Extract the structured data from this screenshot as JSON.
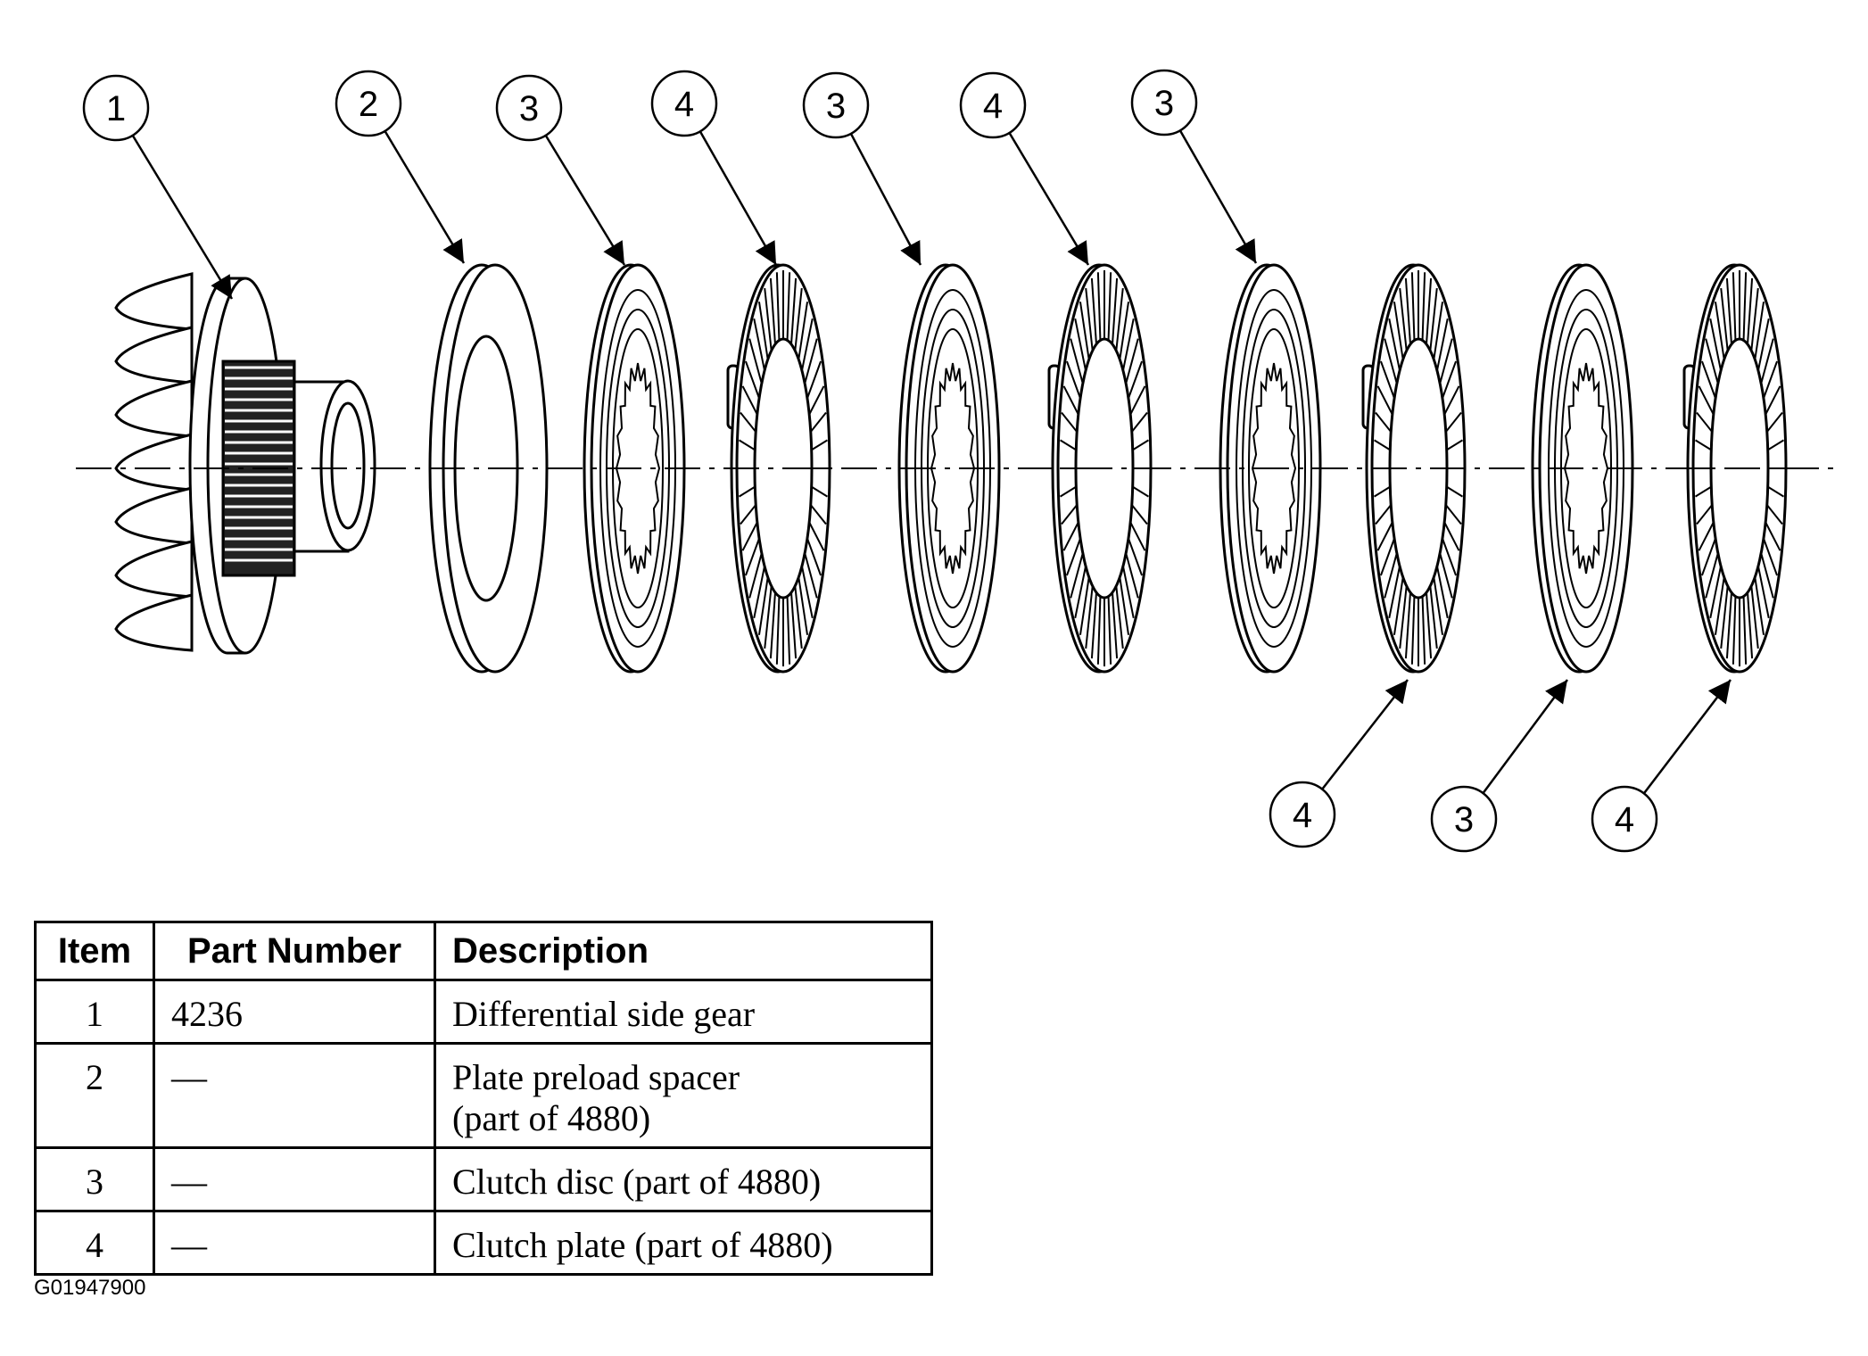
{
  "callouts": [
    "1",
    "2",
    "3",
    "4",
    "3",
    "4",
    "3",
    "4",
    "3",
    "4"
  ],
  "table": {
    "headers": {
      "item": "Item",
      "part_number": "Part Number",
      "description": "Description"
    },
    "rows": [
      {
        "item": "1",
        "part_number": "4236",
        "description_lines": [
          "Differential side gear"
        ]
      },
      {
        "item": "2",
        "part_number": "—",
        "description_lines": [
          "Plate preload spacer",
          "(part of 4880)"
        ]
      },
      {
        "item": "3",
        "part_number": "—",
        "description_lines": [
          "Clutch disc (part of 4880)"
        ]
      },
      {
        "item": "4",
        "part_number": "—",
        "description_lines": [
          "Clutch plate (part of 4880)"
        ]
      }
    ]
  },
  "figure_id": "G01947900"
}
